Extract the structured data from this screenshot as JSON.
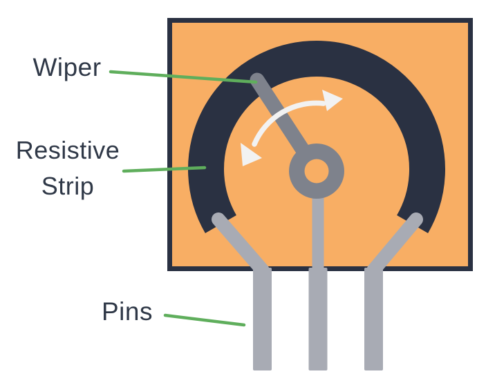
{
  "figure": {
    "type": "diagram",
    "labels": {
      "wiper": "Wiper",
      "resistive_strip_line1": "Resistive",
      "resistive_strip_line2": "Strip",
      "pins": "Pins"
    },
    "colors": {
      "background": "#FFFFFF",
      "body_orange": "#F8AE64",
      "dark_navy": "#2A3142",
      "pin_light_gray": "#A8ABB4",
      "wiper_gray": "#7E828C",
      "arrow_white": "#F2F2F2",
      "leader_green": "#5FAE5C",
      "label_text": "#2F3847"
    }
  }
}
